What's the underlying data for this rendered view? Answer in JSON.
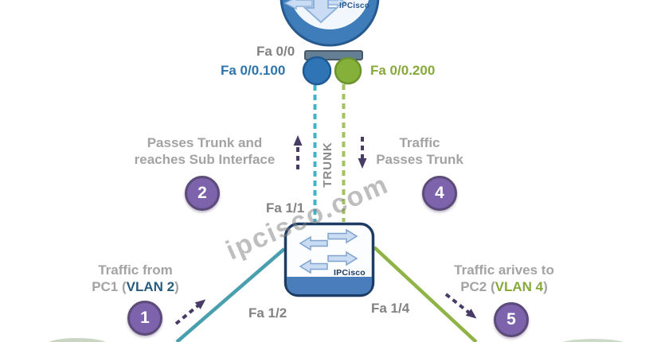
{
  "watermark": "ipcisco.com",
  "router": {
    "brand": "IPCisco",
    "physical_port": "Fa 0/0",
    "subinterface_left": "Fa 0/0.100",
    "subinterface_right": "Fa 0/0.200"
  },
  "trunk": {
    "label": "TRUNK"
  },
  "switch": {
    "brand": "IPCisco",
    "trunk_port": "Fa 1/1",
    "access_port_left": "Fa 1/2",
    "access_port_right": "Fa 1/4"
  },
  "steps": {
    "s1": {
      "badge": "1",
      "line1": "Traffic from",
      "line2_prefix": "PC1 (",
      "line2_vlan": "VLAN 2",
      "line2_suffix": ")"
    },
    "s2": {
      "badge": "2",
      "line1": "Passes Trunk and",
      "line2": "reaches Sub Interface"
    },
    "s4": {
      "badge": "4",
      "line1": "Traffic",
      "line2": "Passes Trunk"
    },
    "s5": {
      "badge": "5",
      "line1": "Traffic arives to",
      "line2_prefix": "PC2 (",
      "line2_vlan": "VLAN 4",
      "line2_suffix": ")"
    }
  },
  "colors": {
    "vlan100_blue": "#2f74b4",
    "vlan200_green": "#85b13b",
    "trunk_teal_dash": "#3eb4c6",
    "trunk_green_dash": "#a2c35c",
    "link_teal": "#4a9fae",
    "link_green": "#8fb347",
    "badge_purple": "#7c63ab",
    "badge_border": "#5c4b79",
    "flow_arrow_purple": "#483c66",
    "label_gray": "#828282",
    "note_gray": "#a3a3a3",
    "vlan2_text": "#275c7c",
    "vlan4_text": "#87a93c",
    "switch_navy": "#1d3c63"
  }
}
